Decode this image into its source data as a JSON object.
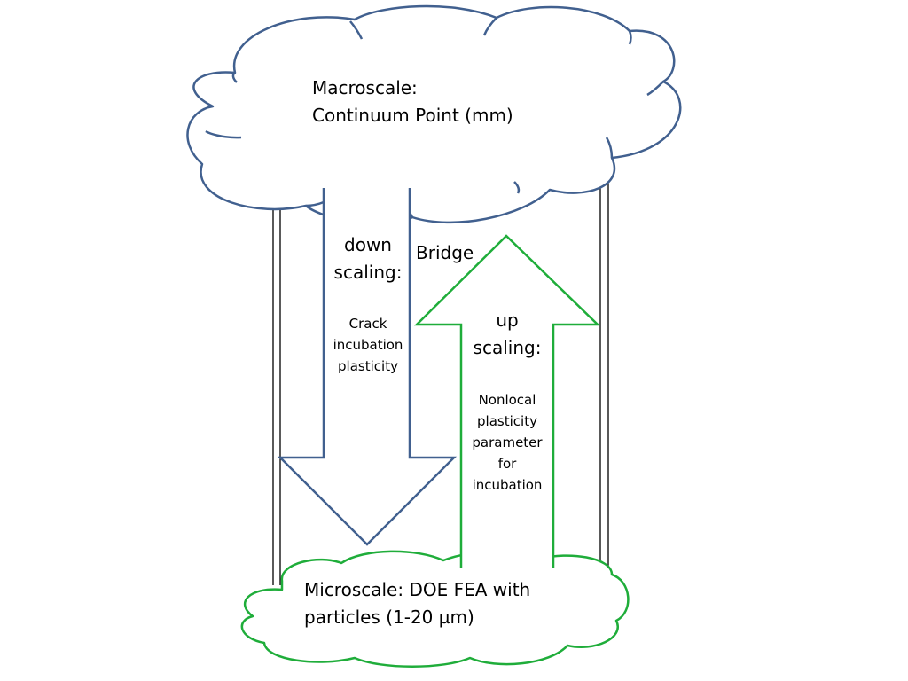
{
  "macro": {
    "line1": "Macroscale:",
    "line2": "Continuum Point (mm)"
  },
  "micro": {
    "line1": "Microscale: DOE FEA with",
    "line2": "particles (1-20 µm)"
  },
  "bridge_label": "Bridge",
  "down": {
    "line1": "down",
    "line2": "scaling:",
    "detail": [
      "Crack",
      "incubation",
      "plasticity"
    ]
  },
  "up": {
    "line1": "up",
    "line2": "scaling:",
    "detail": [
      "Nonlocal",
      "plasticity",
      "parameter",
      "for",
      "incubation"
    ]
  },
  "colors": {
    "blue": "#41608f",
    "green": "#1fad3a",
    "black": "#000000"
  }
}
